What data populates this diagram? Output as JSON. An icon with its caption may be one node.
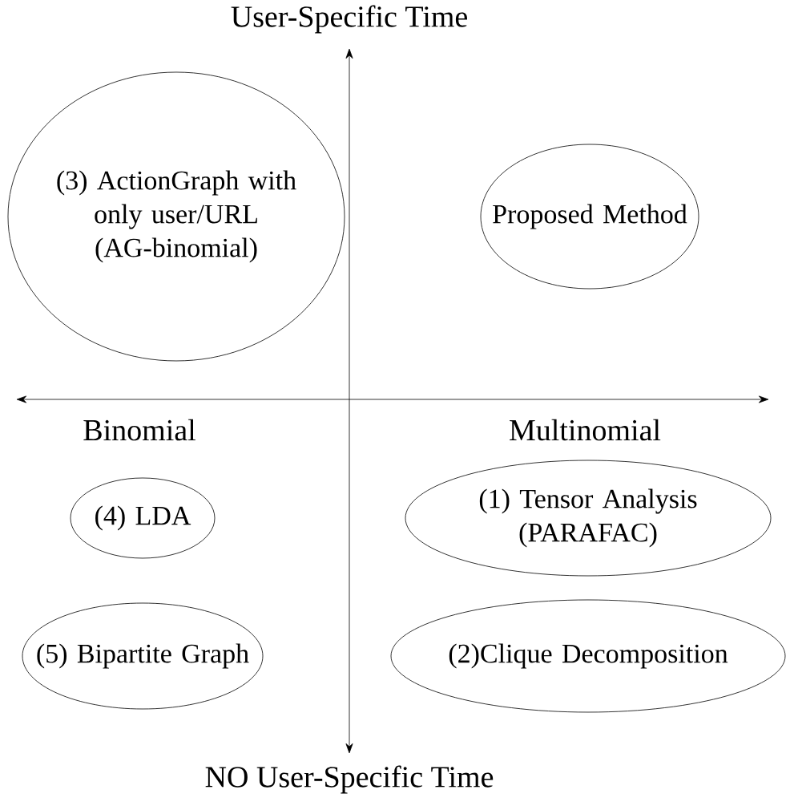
{
  "diagram": {
    "nodes": [
      {
        "text": [
          "(3) ActionGraph with only user/URL (AG-binomial)"
        ]
      },
      {
        "text": [
          "Proposed Method"
        ]
      },
      {
        "text": [
          "(4) LDA"
        ]
      },
      {
        "text": [
          "(1) Tensor  Analysis (PARAFAC)"
        ]
      },
      {
        "text": [
          "(5) Bipartite Graph"
        ]
      },
      {
        "text": [
          "(2)Clique Decomposition"
        ]
      }
    ],
    "labels": [
      "User-Specific Time",
      "Binomial",
      "Multinomial",
      "NO User-Specific Time"
    ]
  }
}
